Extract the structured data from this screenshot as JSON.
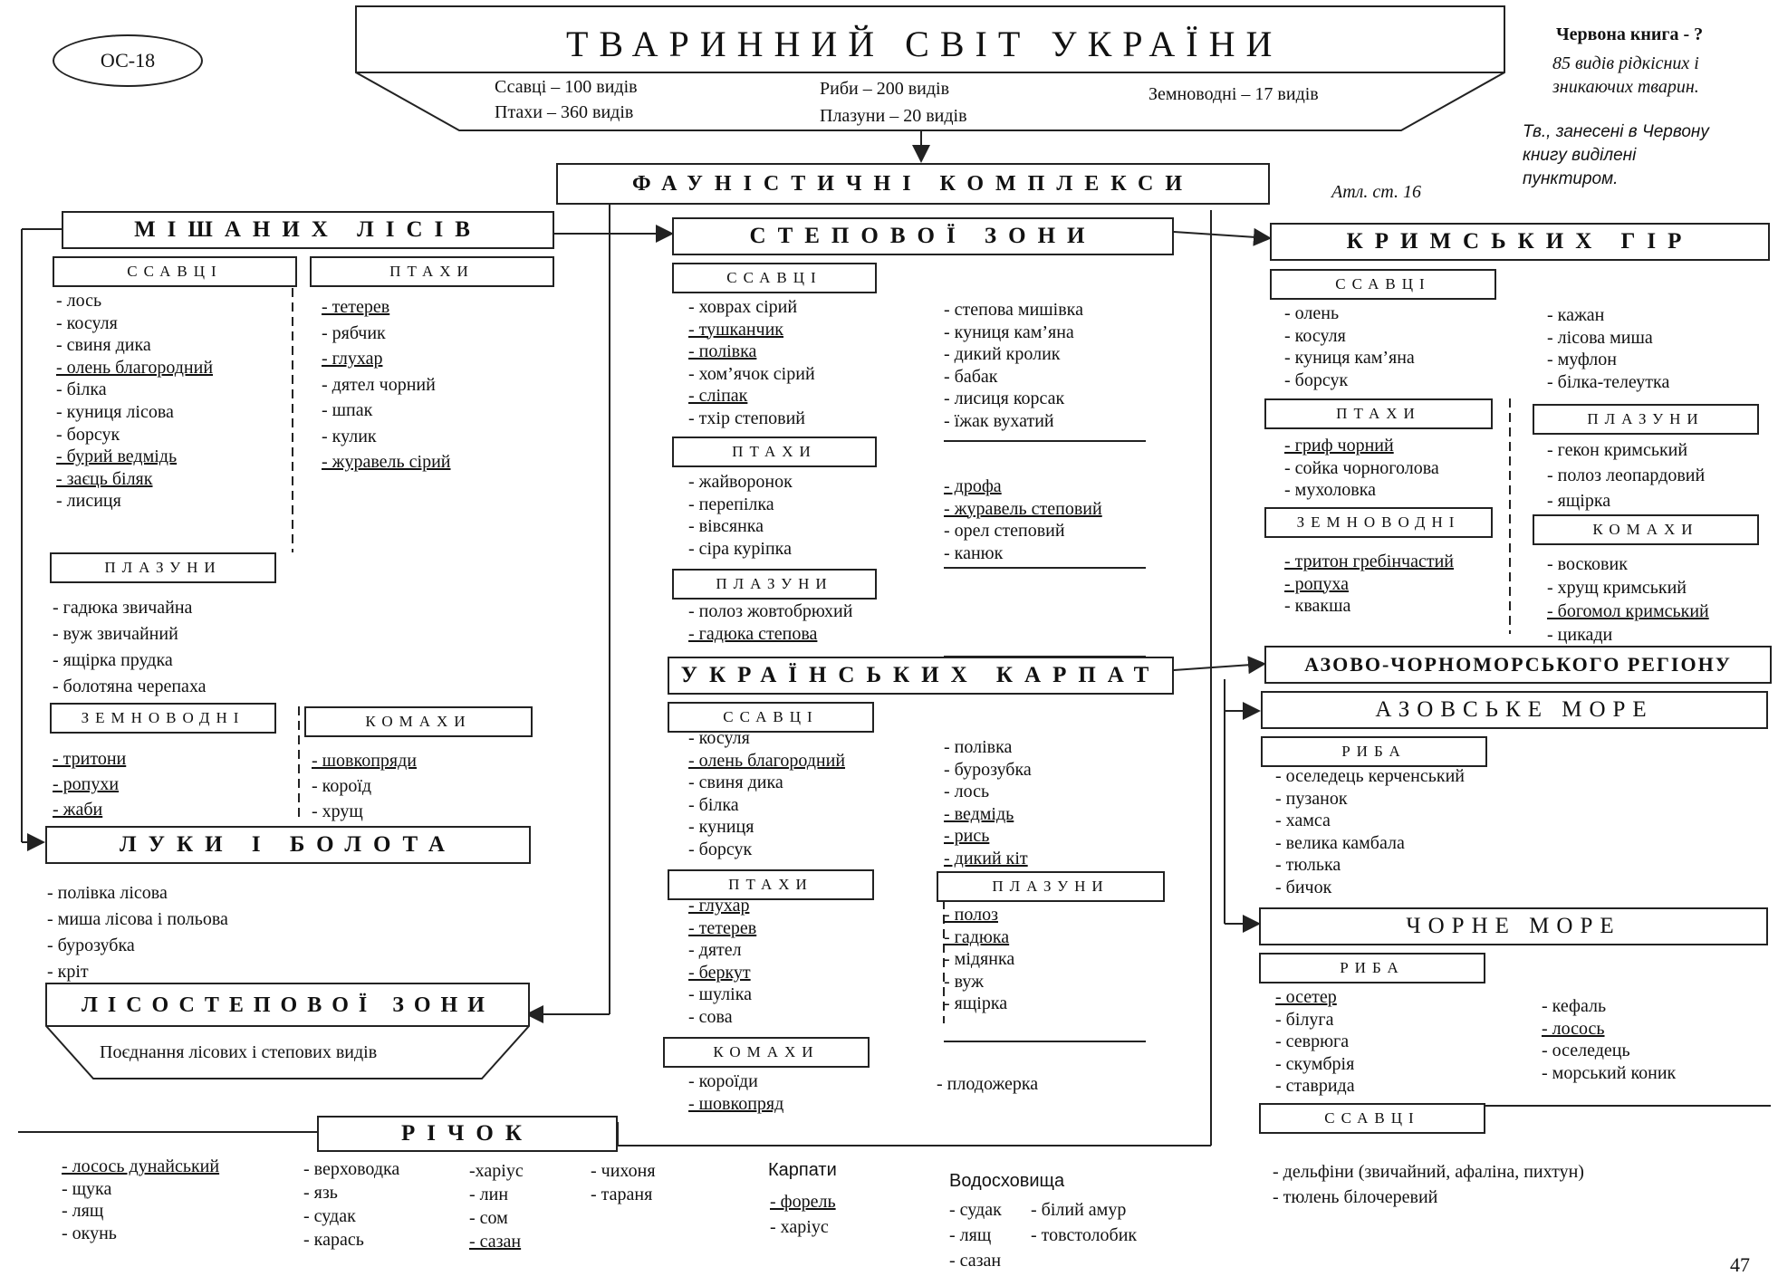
{
  "code": "ОС-18",
  "title": "ТВАРИННИЙ СВІТ УКРАЇНИ",
  "totals": {
    "mammals": "Ссавці – 100 видів",
    "birds": "Птахи – 360 видів",
    "fish": "Риби – 200 видів",
    "reptiles": "Плазуни – 20 видів",
    "amphibians": "Земноводні – 17 видів"
  },
  "red_book": {
    "title": "Червона книга - ?",
    "line1": "85 видів рідкісних і",
    "line2": "зникаючих тварин.",
    "note1": "Тв., занесені в Червону",
    "note2": "книгу виділені",
    "note3": "пунктиром."
  },
  "atlas": "Атл. ст. 16",
  "page_number": "47",
  "headers": {
    "faunal": "ФАУНІСТИЧНІ КОМПЛЕКСИ",
    "mixed": "МІШАНИХ ЛІСІВ",
    "steppe": "СТЕПОВОЇ ЗОНИ",
    "crimea": "КРИМСЬКИХ ГІР",
    "carpathians": "УКРАЇНСЬКИХ КАРПАТ",
    "azov_black": "АЗОВО-ЧОРНОМОРСЬКОГО РЕГІОНУ",
    "azov_sea": "АЗОВСЬКЕ МОРЕ",
    "black_sea": "ЧОРНЕ МОРЕ",
    "meadows": "ЛУКИ І БОЛОТА",
    "forest_steppe": "ЛІСОСТЕПОВОЇ ЗОНИ",
    "forest_steppe_desc": "Поєднання лісових і степових видів",
    "rivers": "РІЧОК"
  },
  "groups": {
    "mammals": "ССАВЦІ",
    "birds": "ПТАХИ",
    "reptiles": "ПЛАЗУНИ",
    "amphibians": "ЗЕМНОВОДНІ",
    "insects": "КОМАХИ",
    "fish": "РИБА"
  },
  "mixed": {
    "mammals": [
      {
        "t": "- лось"
      },
      {
        "t": "- косуля"
      },
      {
        "t": "- свиня дика"
      },
      {
        "t": "- олень благородний",
        "u": true
      },
      {
        "t": "- білка"
      },
      {
        "t": "- куниця лісова"
      },
      {
        "t": "- борсук"
      },
      {
        "t": "- бурий ведмідь",
        "u": true
      },
      {
        "t": "- заєць біляк",
        "u": true
      },
      {
        "t": "- лисиця"
      }
    ],
    "birds": [
      {
        "t": "- тетерев",
        "u": true
      },
      {
        "t": "- рябчик"
      },
      {
        "t": "- глухар",
        "u": true
      },
      {
        "t": "- дятел чорний"
      },
      {
        "t": "- шпак"
      },
      {
        "t": "- кулик"
      },
      {
        "t": "- журавель сірий",
        "u": true
      }
    ],
    "reptiles": [
      {
        "t": "- гадюка звичайна"
      },
      {
        "t": "- вуж звичайний"
      },
      {
        "t": "- ящірка прудка"
      },
      {
        "t": "- болотяна черепаха"
      }
    ],
    "amphibians": [
      {
        "t": "- тритони",
        "u": true
      },
      {
        "t": "- ропухи",
        "u": true
      },
      {
        "t": "- жаби",
        "u": true
      }
    ],
    "insects": [
      {
        "t": "- шовкопряди",
        "u": true
      },
      {
        "t": "- короїд"
      },
      {
        "t": "- хрущ"
      }
    ]
  },
  "meadows": [
    {
      "t": "- полівка лісова"
    },
    {
      "t": "- миша лісова і польова"
    },
    {
      "t": "- бурозубка"
    },
    {
      "t": "- кріт"
    }
  ],
  "steppe": {
    "mammals_a": [
      {
        "t": "- ховрах сірий"
      },
      {
        "t": "- тушканчик",
        "u": true
      },
      {
        "t": "- полівка",
        "u": true
      },
      {
        "t": "- хом’ячок сірий"
      },
      {
        "t": "- сліпак",
        "u": true
      },
      {
        "t": "- тхір степовий"
      }
    ],
    "mammals_b": [
      {
        "t": "- степова мишівка"
      },
      {
        "t": "- куниця кам’яна"
      },
      {
        "t": "- дикий кролик"
      },
      {
        "t": "- бабак"
      },
      {
        "t": "- лисиця корсак"
      },
      {
        "t": "- їжак вухатий"
      }
    ],
    "birds_a": [
      {
        "t": "- жайворонок"
      },
      {
        "t": "- перепілка"
      },
      {
        "t": "- вівсянка"
      },
      {
        "t": "- сіра куріпка"
      }
    ],
    "birds_b": [
      {
        "t": "- дрофа",
        "u": true
      },
      {
        "t": "- журавель степовий",
        "u": true
      },
      {
        "t": "- орел степовий"
      },
      {
        "t": "- канюк"
      }
    ],
    "reptiles": [
      {
        "t": "- полоз жовтобрюхий"
      },
      {
        "t": "- гадюка степова",
        "u": true
      }
    ]
  },
  "carpathians": {
    "mammals_a": [
      {
        "t": "- косуля"
      },
      {
        "t": "- олень благородний",
        "u": true
      },
      {
        "t": "- свиня дика"
      },
      {
        "t": "- білка"
      },
      {
        "t": "- куниця"
      },
      {
        "t": "- борсук"
      }
    ],
    "mammals_b": [
      {
        "t": "- полівка"
      },
      {
        "t": "- бурозубка"
      },
      {
        "t": "- лось"
      },
      {
        "t": "- ведмідь",
        "u": true
      },
      {
        "t": "- рись",
        "u": true
      },
      {
        "t": "- дикий кіт",
        "u": true
      }
    ],
    "birds": [
      {
        "t": "- глухар",
        "u": true
      },
      {
        "t": "- тетерев",
        "u": true
      },
      {
        "t": "- дятел"
      },
      {
        "t": "- беркут",
        "u": true
      },
      {
        "t": "- шуліка"
      },
      {
        "t": "- сова"
      }
    ],
    "reptiles": [
      {
        "t": "- полоз",
        "u": true
      },
      {
        "t": "- гадюка",
        "u": true
      },
      {
        "t": "- мідянка"
      },
      {
        "t": "- вуж"
      },
      {
        "t": "- ящірка"
      }
    ],
    "insects_a": [
      {
        "t": "- короїди"
      },
      {
        "t": "- шовкопряд",
        "u": true
      }
    ],
    "insects_b": [
      {
        "t": "- плодожерка"
      }
    ]
  },
  "crimea": {
    "mammals_a": [
      {
        "t": "- олень"
      },
      {
        "t": "- косуля"
      },
      {
        "t": "- куниця кам’яна"
      },
      {
        "t": "- борсук"
      }
    ],
    "mammals_b": [
      {
        "t": "- кажан"
      },
      {
        "t": "- лісова миша"
      },
      {
        "t": "- муфлон"
      },
      {
        "t": "- білка-телеутка"
      }
    ],
    "birds": [
      {
        "t": "- гриф чорний",
        "u": true
      },
      {
        "t": "- сойка чорноголова"
      },
      {
        "t": "- мухоловка"
      }
    ],
    "reptiles": [
      {
        "t": "- гекон кримський"
      },
      {
        "t": "- полоз леопардовий"
      },
      {
        "t": "- ящірка"
      }
    ],
    "amphibians": [
      {
        "t": "- тритон гребінчастий",
        "u": true
      },
      {
        "t": "- ропуха",
        "u": true
      },
      {
        "t": "- квакша"
      }
    ],
    "insects": [
      {
        "t": "- восковик"
      },
      {
        "t": "- хрущ кримський"
      },
      {
        "t": "- богомол кримський",
        "u": true
      },
      {
        "t": "- цикади"
      }
    ]
  },
  "azov_fish": [
    {
      "t": "- оселедець керченський"
    },
    {
      "t": "- пузанок"
    },
    {
      "t": "- хамса"
    },
    {
      "t": "- велика камбала"
    },
    {
      "t": "- тюлька"
    },
    {
      "t": "- бичок"
    }
  ],
  "black_sea": {
    "fish_a": [
      {
        "t": "- осетер",
        "u": true
      },
      {
        "t": "- білуга"
      },
      {
        "t": "- севрюга"
      },
      {
        "t": "- скумбрія"
      },
      {
        "t": "- ставрида"
      }
    ],
    "fish_b": [
      {
        "t": "- кефаль"
      },
      {
        "t": "- лосось",
        "u": true
      },
      {
        "t": "- оселедець"
      },
      {
        "t": "- морський коник"
      }
    ],
    "mammals": [
      {
        "t": "- дельфіни (звичайний, афаліна, пихтун)"
      },
      {
        "t": "- тюлень білочеревий"
      }
    ]
  },
  "rivers": {
    "col1": [
      {
        "t": "- лосось дунайський",
        "u": true
      },
      {
        "t": "- щука"
      },
      {
        "t": "- лящ"
      },
      {
        "t": "- окунь"
      }
    ],
    "col2": [
      {
        "t": "- верховодка"
      },
      {
        "t": "- язь"
      },
      {
        "t": "- судак"
      },
      {
        "t": "- карась"
      }
    ],
    "col3": [
      {
        "t": "-харіус"
      },
      {
        "t": "- лин"
      },
      {
        "t": "- сом"
      },
      {
        "t": "- сазан",
        "u": true
      }
    ],
    "col4": [
      {
        "t": "- чихоня"
      },
      {
        "t": "- тараня"
      }
    ],
    "carpathians_title": "Карпати",
    "carpathians": [
      {
        "t": "- форель",
        "u": true
      },
      {
        "t": "- харіус"
      }
    ],
    "reservoirs_title": "Водосховища",
    "reservoirs_a": [
      {
        "t": "- судак"
      },
      {
        "t": "- лящ"
      },
      {
        "t": "- сазан"
      }
    ],
    "reservoirs_b": [
      {
        "t": "- білий амур"
      },
      {
        "t": "- товстолобик"
      }
    ]
  }
}
